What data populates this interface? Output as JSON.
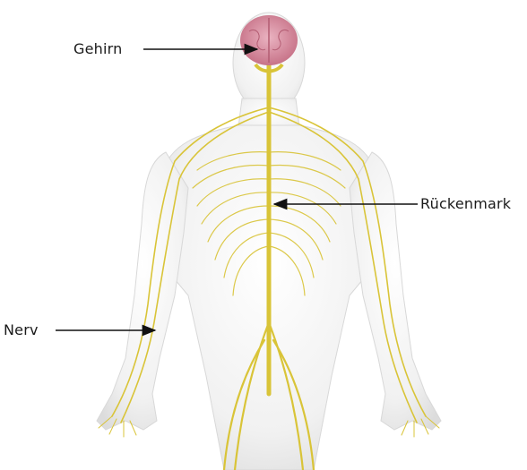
{
  "labels": {
    "brain": "Gehirn",
    "spinal_cord": "Rückenmark",
    "nerve": "Nerv"
  },
  "colors": {
    "background": "#ffffff",
    "body": "#eeeeee",
    "nerve": "#d9c438",
    "brain": "#d98a9c",
    "arrow": "#111111"
  }
}
